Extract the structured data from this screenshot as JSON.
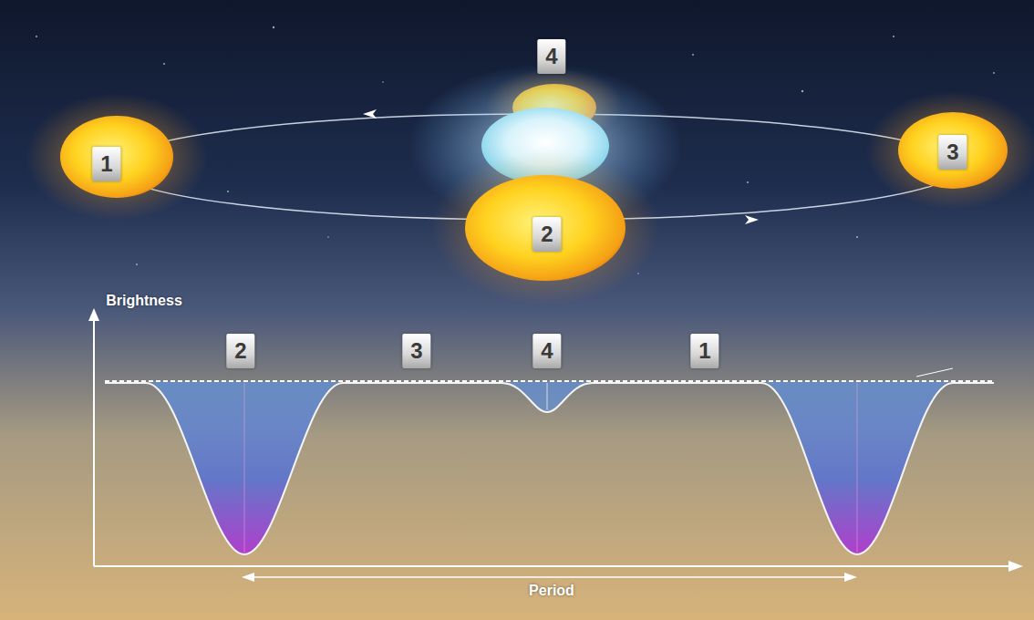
{
  "diagram": {
    "labels": [
      "4",
      "1",
      "3",
      "2",
      "Brightness",
      "2",
      "3",
      "4",
      "1",
      "Period"
    ]
  }
}
